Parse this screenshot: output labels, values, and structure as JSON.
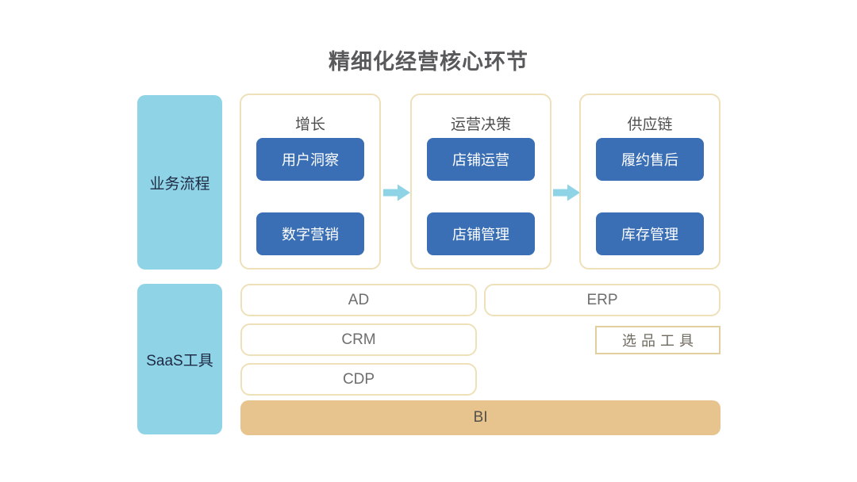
{
  "title": "精细化经营核心环节",
  "process_row": {
    "label": "业务流程",
    "columns": [
      {
        "header": "增长",
        "buttons": [
          "用户洞察",
          "数字营销"
        ]
      },
      {
        "header": "运营决策",
        "buttons": [
          "店铺运营",
          "店铺管理"
        ]
      },
      {
        "header": "供应链",
        "buttons": [
          "履约售后",
          "库存管理"
        ]
      }
    ]
  },
  "saas_row": {
    "label": "SaaS工具",
    "left_tools": [
      "AD",
      "CRM",
      "CDP"
    ],
    "erp_tool": "ERP",
    "selection_tool": "选品工具",
    "bottom_bar": "BI"
  },
  "icons": {
    "flow_arrow": "right-arrow"
  },
  "colors": {
    "button_blue": "#3a6fb5",
    "light_blue": "#8fd3e6",
    "tan_border": "#eee0b8",
    "tan_fill": "#e7c48e",
    "title_text": "#58595b",
    "label_text": "#1f2a44",
    "gray_text": "#6e6e6e"
  }
}
